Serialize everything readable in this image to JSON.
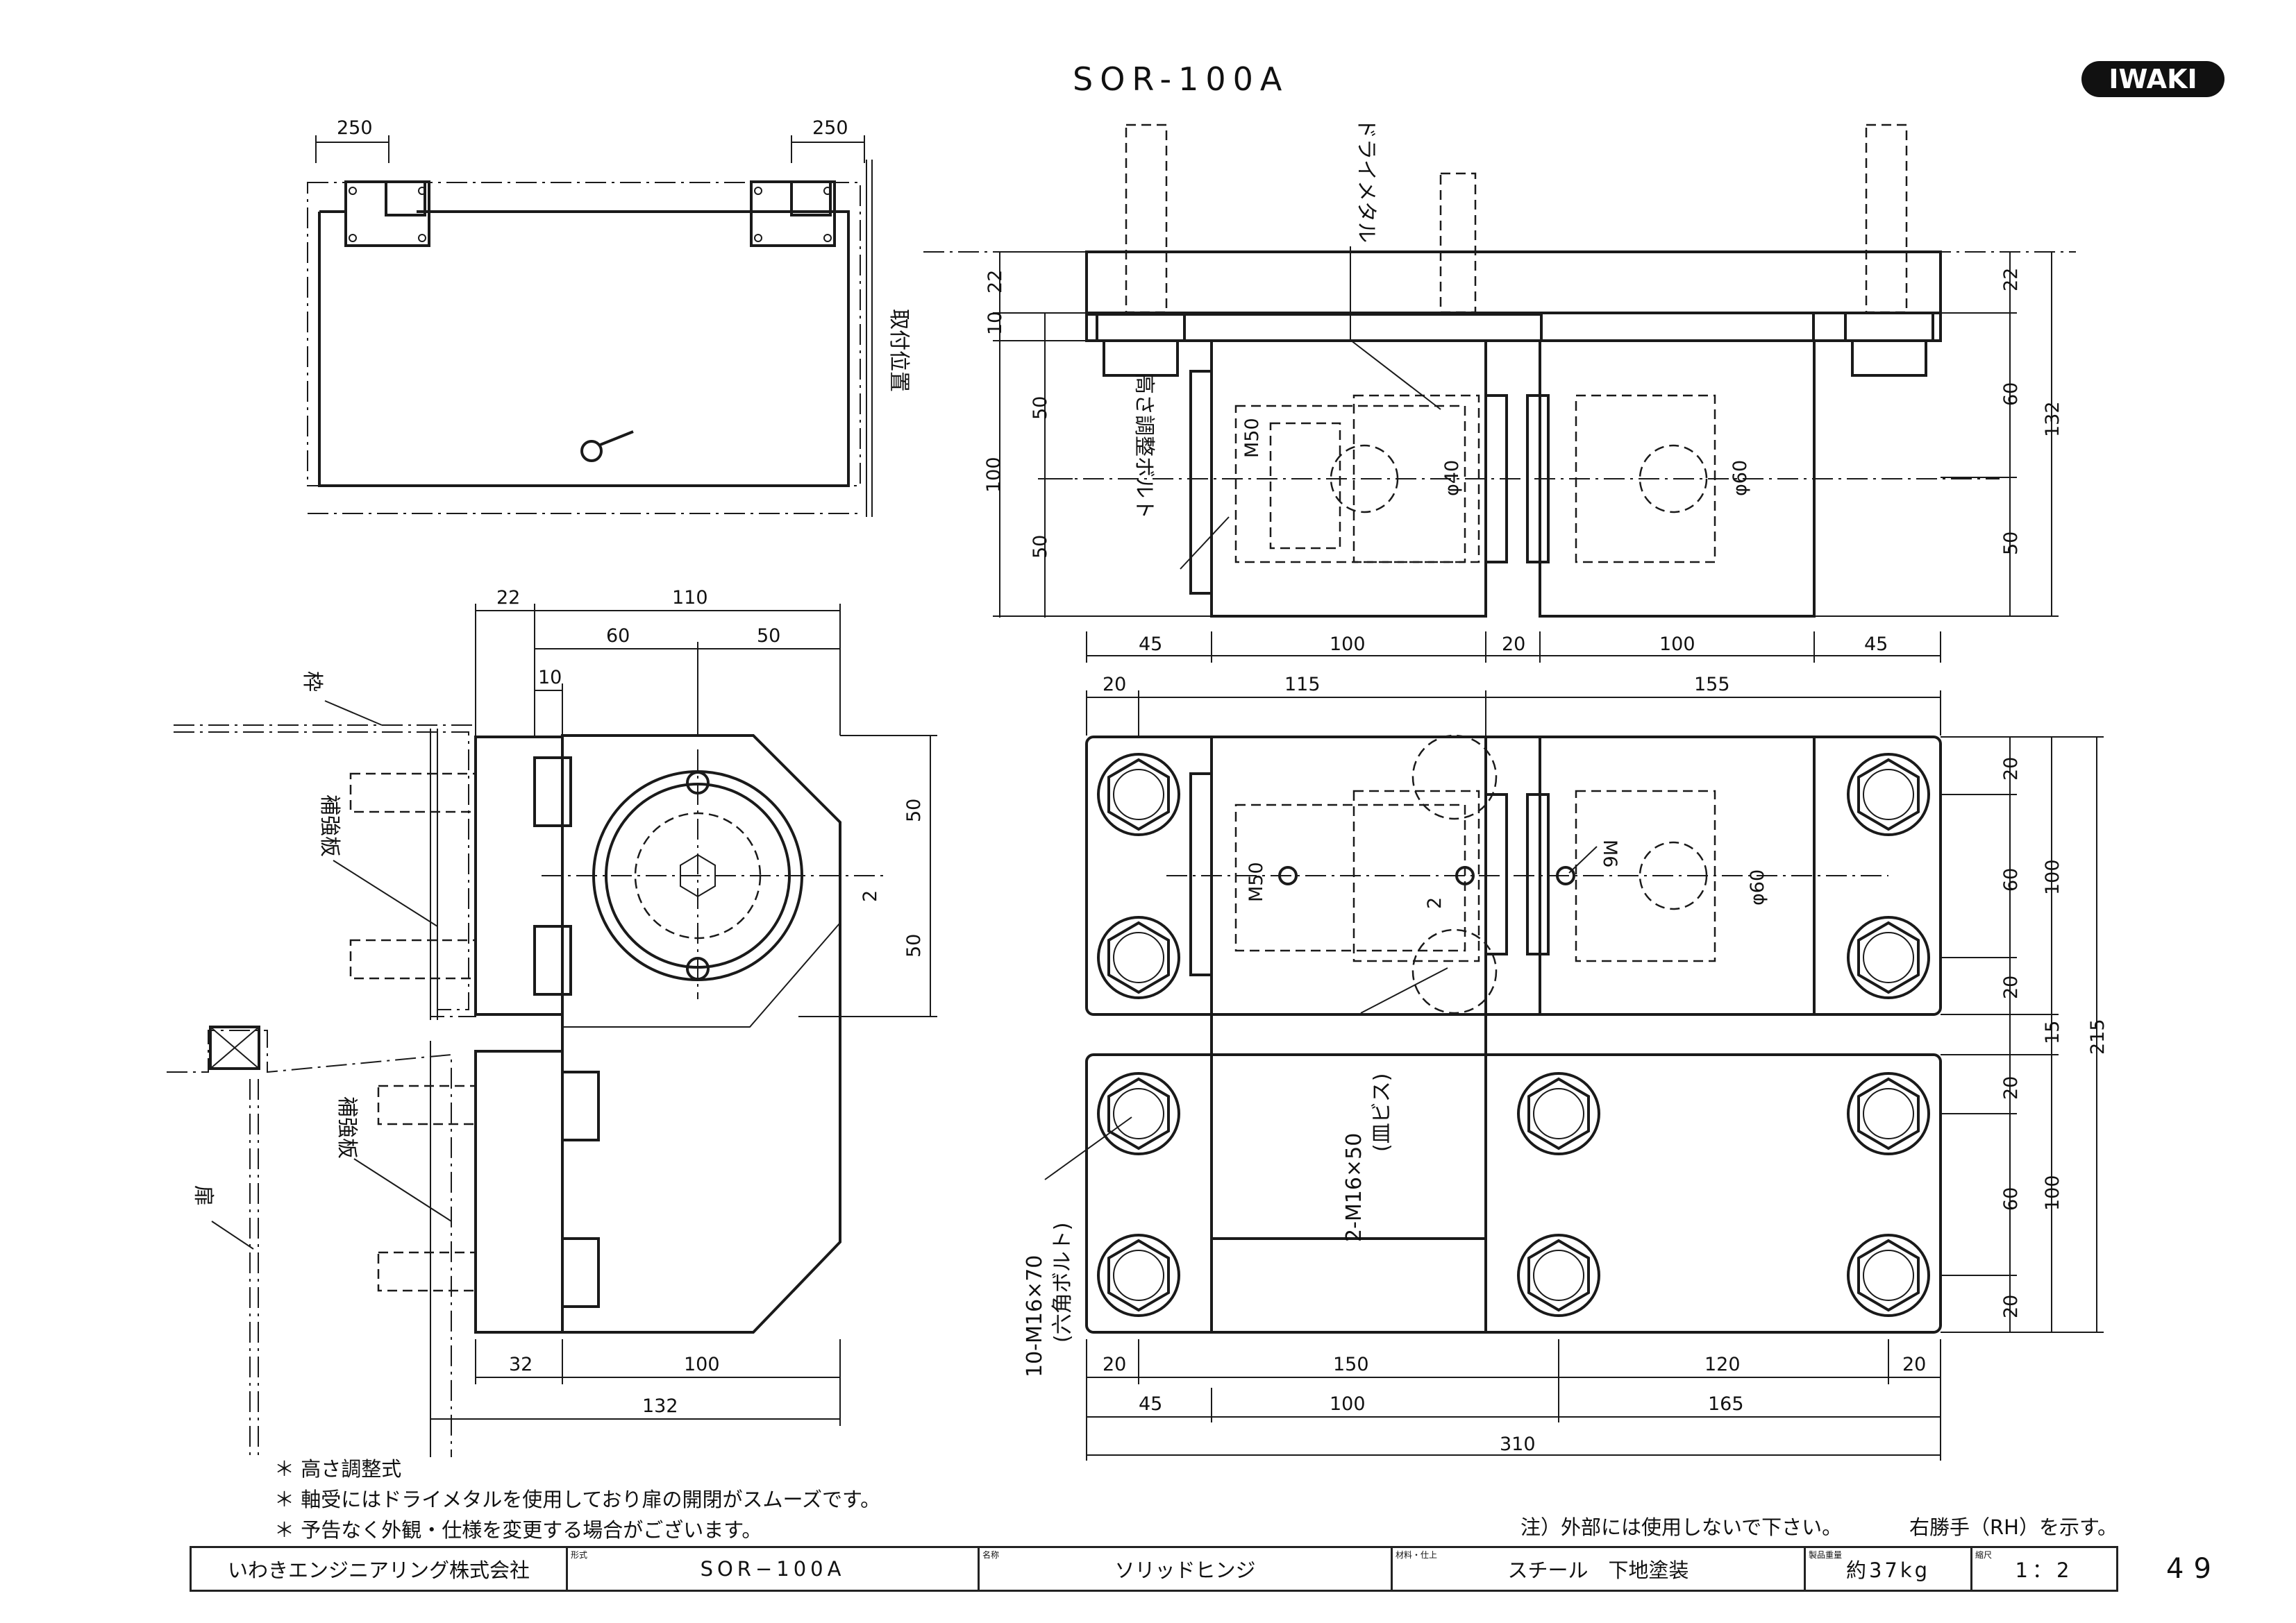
{
  "header": {
    "model_title": "SOR-100A",
    "brand_logo": "IWAKI"
  },
  "plan_view": {
    "dim_left": "250",
    "dim_right": "250",
    "label_mount_position": "取付位置"
  },
  "front_view": {
    "label_dry_metal": "ドライメタル",
    "label_height_bolt": "高さ調整ボルト",
    "label_m50": "M50",
    "label_d40": "φ40",
    "label_d60": "φ60",
    "dims": {
      "left_22": "22",
      "left_10": "10",
      "left_50a": "50",
      "left_100": "100",
      "left_50b": "50",
      "right_22": "22",
      "right_60": "60",
      "right_50": "50",
      "right_132": "132",
      "bottom_45a": "45",
      "bottom_100a": "100",
      "bottom_20": "20",
      "bottom_100b": "100",
      "bottom_45b": "45"
    }
  },
  "side_view": {
    "label_frame": "枠",
    "label_reinforce_1": "補強板",
    "label_reinforce_2": "補強板",
    "label_door": "扉",
    "dims": {
      "top_22": "22",
      "top_110": "110",
      "top_60": "60",
      "top_50": "50",
      "top_10": "10",
      "right_50a": "50",
      "right_2": "2",
      "right_50b": "50",
      "bottom_32": "32",
      "bottom_100": "100",
      "bottom_132": "132"
    }
  },
  "top_view": {
    "label_m50": "M50",
    "label_m6": "M6",
    "label_d60": "φ60",
    "label_2": "2",
    "label_screw_spec": "2-M16×50",
    "label_screw_type": "(皿ビス)",
    "label_bolt_spec": "10-M16×70",
    "label_bolt_type": "(六角ボルト)",
    "dims": {
      "top_20": "20",
      "top_115": "115",
      "top_155": "155",
      "r_20a": "20",
      "r_60a": "60",
      "r_20b": "20",
      "r_100a": "100",
      "r_15": "15",
      "r_215": "215",
      "r_20c": "20",
      "r_60b": "60",
      "r_20d": "20",
      "r_100b": "100",
      "b_20a": "20",
      "b_150": "150",
      "b_120": "120",
      "b_20b": "20",
      "b_45": "45",
      "b_100": "100",
      "b_165": "165",
      "b_310": "310"
    }
  },
  "notes": [
    "＊ 高さ調整式",
    "＊ 軸受にはドライメタルを使用しており扉の開閉がスムーズです。",
    "＊ 予告なく外観・仕様を変更する場合がございます。"
  ],
  "caution_note": "注）外部には使用しないで下さい。",
  "hand_note": "右勝手（RH）を示す。",
  "title_block": {
    "company": "いわきエンジニアリング株式会社",
    "model_caption": "形式",
    "model": "SOR−100A",
    "name_caption": "名称",
    "name": "ソリッドヒンジ",
    "material_caption": "材料・仕上",
    "material": "スチール　下地塗装",
    "weight_caption": "製品重量",
    "weight": "約37kg",
    "scale_caption": "縮尺",
    "scale": "1：2"
  },
  "page_number": "49"
}
